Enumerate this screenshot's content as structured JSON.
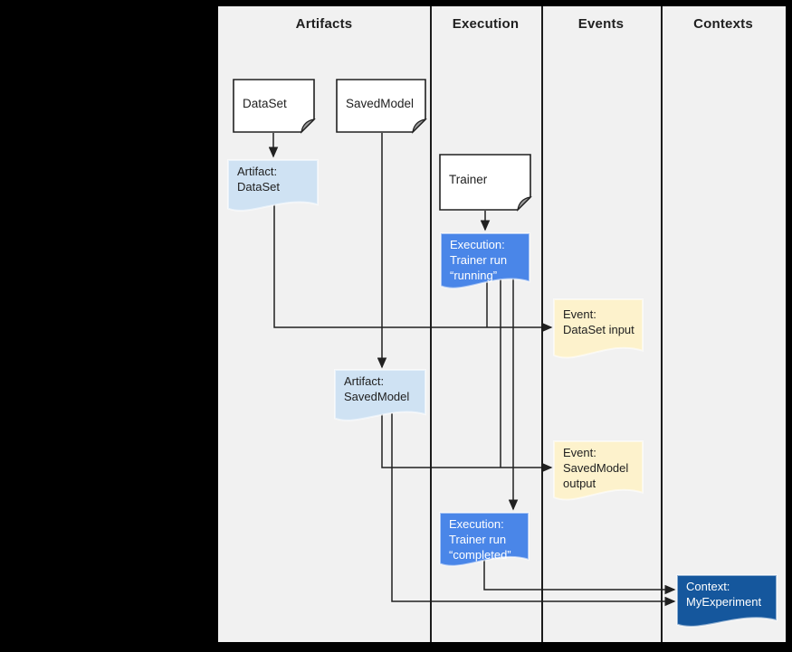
{
  "diagram": {
    "title_region": "ML Metadata flow diagram",
    "columns": [
      {
        "label": "Artifacts"
      },
      {
        "label": "Execution"
      },
      {
        "label": "Events"
      },
      {
        "label": "Contexts"
      }
    ],
    "nodes": {
      "dataset": {
        "label": "DataSet"
      },
      "savedmodel": {
        "label": "SavedModel"
      },
      "trainer": {
        "label": "Trainer"
      },
      "artifact_dataset": {
        "lines": [
          "Artifact:",
          "DataSet"
        ]
      },
      "artifact_savedmodel": {
        "lines": [
          "Artifact:",
          "SavedModel"
        ]
      },
      "execution_running": {
        "lines": [
          "Execution:",
          "Trainer run",
          "“running”"
        ]
      },
      "execution_completed": {
        "lines": [
          "Execution:",
          "Trainer run",
          "“completed”"
        ]
      },
      "event_dataset_input": {
        "lines": [
          "Event:",
          "DataSet input"
        ]
      },
      "event_savedmodel_output": {
        "lines": [
          "Event:",
          "SavedModel",
          "output"
        ]
      },
      "context_myexperiment": {
        "lines": [
          "Context:",
          "MyExperiment"
        ]
      }
    },
    "colors": {
      "background": "#f1f1f1",
      "outer": "#000000",
      "card": "#ffffff",
      "artifact": "#cfe2f3",
      "execution": "#4a86e8",
      "event": "#fdf2cc",
      "context": "#15579d",
      "line": "#212121"
    }
  }
}
